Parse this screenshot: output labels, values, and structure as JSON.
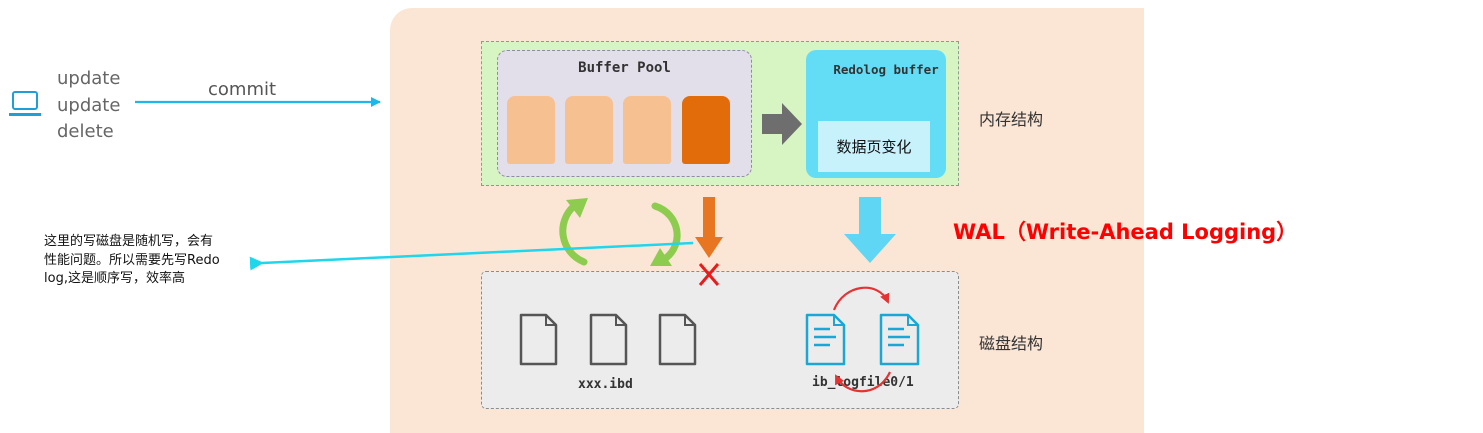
{
  "client": {
    "operations": [
      "update",
      "update",
      "delete"
    ],
    "commit_label": "commit"
  },
  "memory": {
    "label": "内存结构",
    "buffer_pool_title": "Buffer Pool",
    "redolog_buffer_title": "Redolog buffer",
    "data_page_change": "数据页变化"
  },
  "disk": {
    "label": "磁盘结构",
    "ibd_label": "xxx.ibd",
    "logfile_label": "ib_logfile0/1"
  },
  "wal_label": "WAL（Write-Ahead Logging）",
  "note_lines": [
    "这里的写磁盘是随机写，会有",
    "性能问题。所以需要先写Redo",
    "log,这是顺序写，效率高"
  ],
  "colors": {
    "panel": "#fbe6d5",
    "memory_area": "#d6f5c3",
    "buffer_pool": "#e2deea",
    "page_light": "#f7c091",
    "page_dark": "#e36c0a",
    "redolog_buffer": "#63dcf6",
    "disk_area": "#ececec",
    "wal": "#ff0000",
    "arrow_cyan": "#1fb6ec",
    "cycle_green": "#8dcc4f",
    "cycle_red": "#e53333"
  }
}
